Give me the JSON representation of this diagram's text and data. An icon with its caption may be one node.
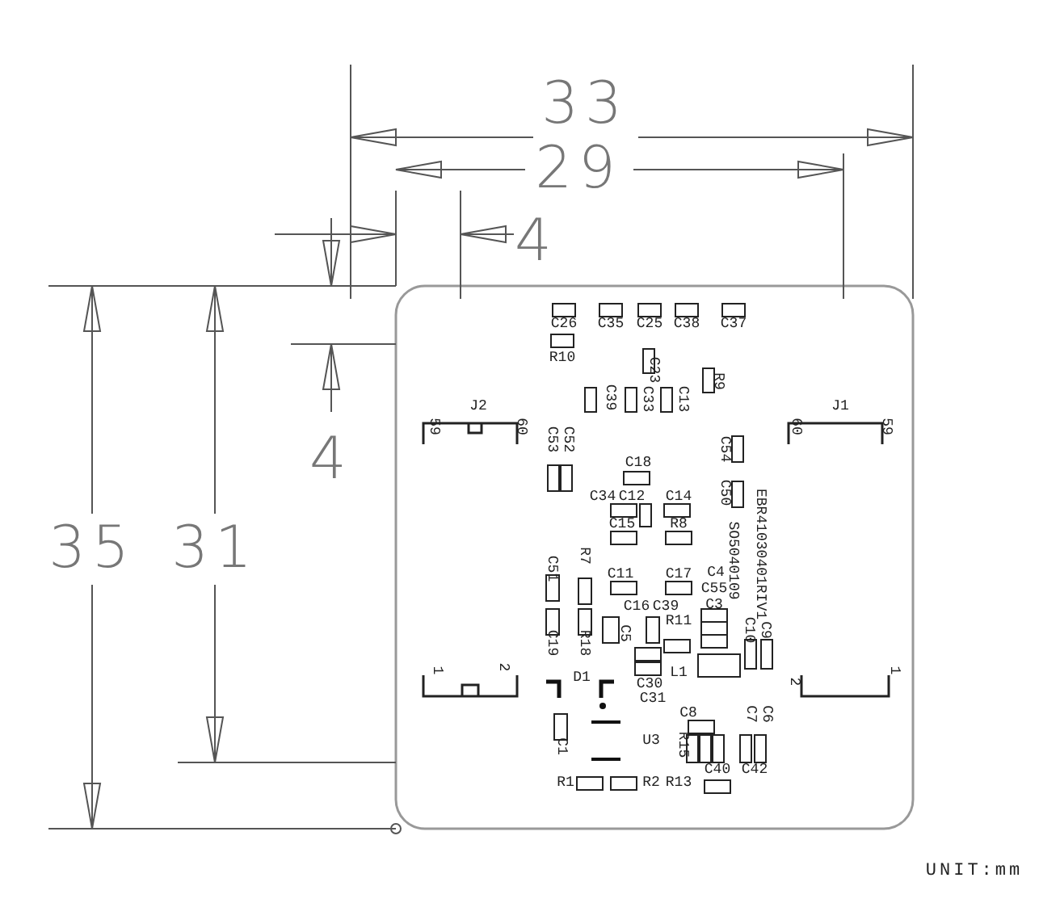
{
  "diagram": {
    "labels": [
      "33",
      "29",
      "4",
      "4",
      "35",
      "31",
      "C26",
      "C35",
      "C25",
      "C38",
      "C37",
      "R10",
      "C23",
      "C39",
      "C33",
      "C13",
      "R9",
      "J2",
      "59",
      "60",
      "J1",
      "60",
      "59",
      "C53",
      "C52",
      "C18",
      "C54",
      "C50",
      "C34",
      "C12",
      "C14",
      "C15",
      "R8",
      "C51",
      "R7",
      "C11",
      "C17",
      "C4",
      "C55",
      "C16",
      "C39",
      "C3",
      "R11",
      "SO5040109",
      "EBR41030401RIV1",
      "C10",
      "C9",
      "1",
      "2",
      "2",
      "1",
      "C19",
      "R18",
      "C5",
      "D1",
      "C30",
      "C31",
      "L1",
      "C8",
      "C7",
      "C6",
      "U3",
      "R15",
      "C40",
      "C42",
      "C1",
      "R1",
      "R2",
      "R13",
      "UNIT:mm"
    ]
  }
}
